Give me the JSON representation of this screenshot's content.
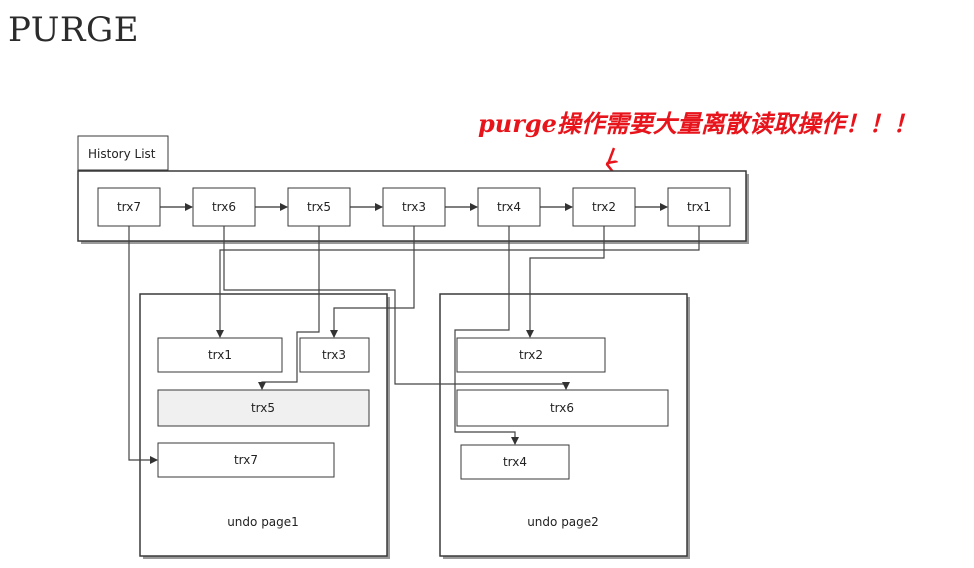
{
  "title": "PURGE",
  "annotation": "purge操作需要大量离散读取操作！！！",
  "history_list": {
    "label": "History List",
    "items": [
      "trx7",
      "trx6",
      "trx5",
      "trx3",
      "trx4",
      "trx2",
      "trx1"
    ]
  },
  "undo_page1": {
    "label": "undo page1",
    "records": [
      "trx1",
      "trx3",
      "trx5",
      "trx7"
    ]
  },
  "undo_page2": {
    "label": "undo page2",
    "records": [
      "trx2",
      "trx6",
      "trx4"
    ]
  },
  "colors": {
    "annotation": "#e8141b",
    "highlight_fill": "#f0f0f0",
    "line": "#444444"
  }
}
